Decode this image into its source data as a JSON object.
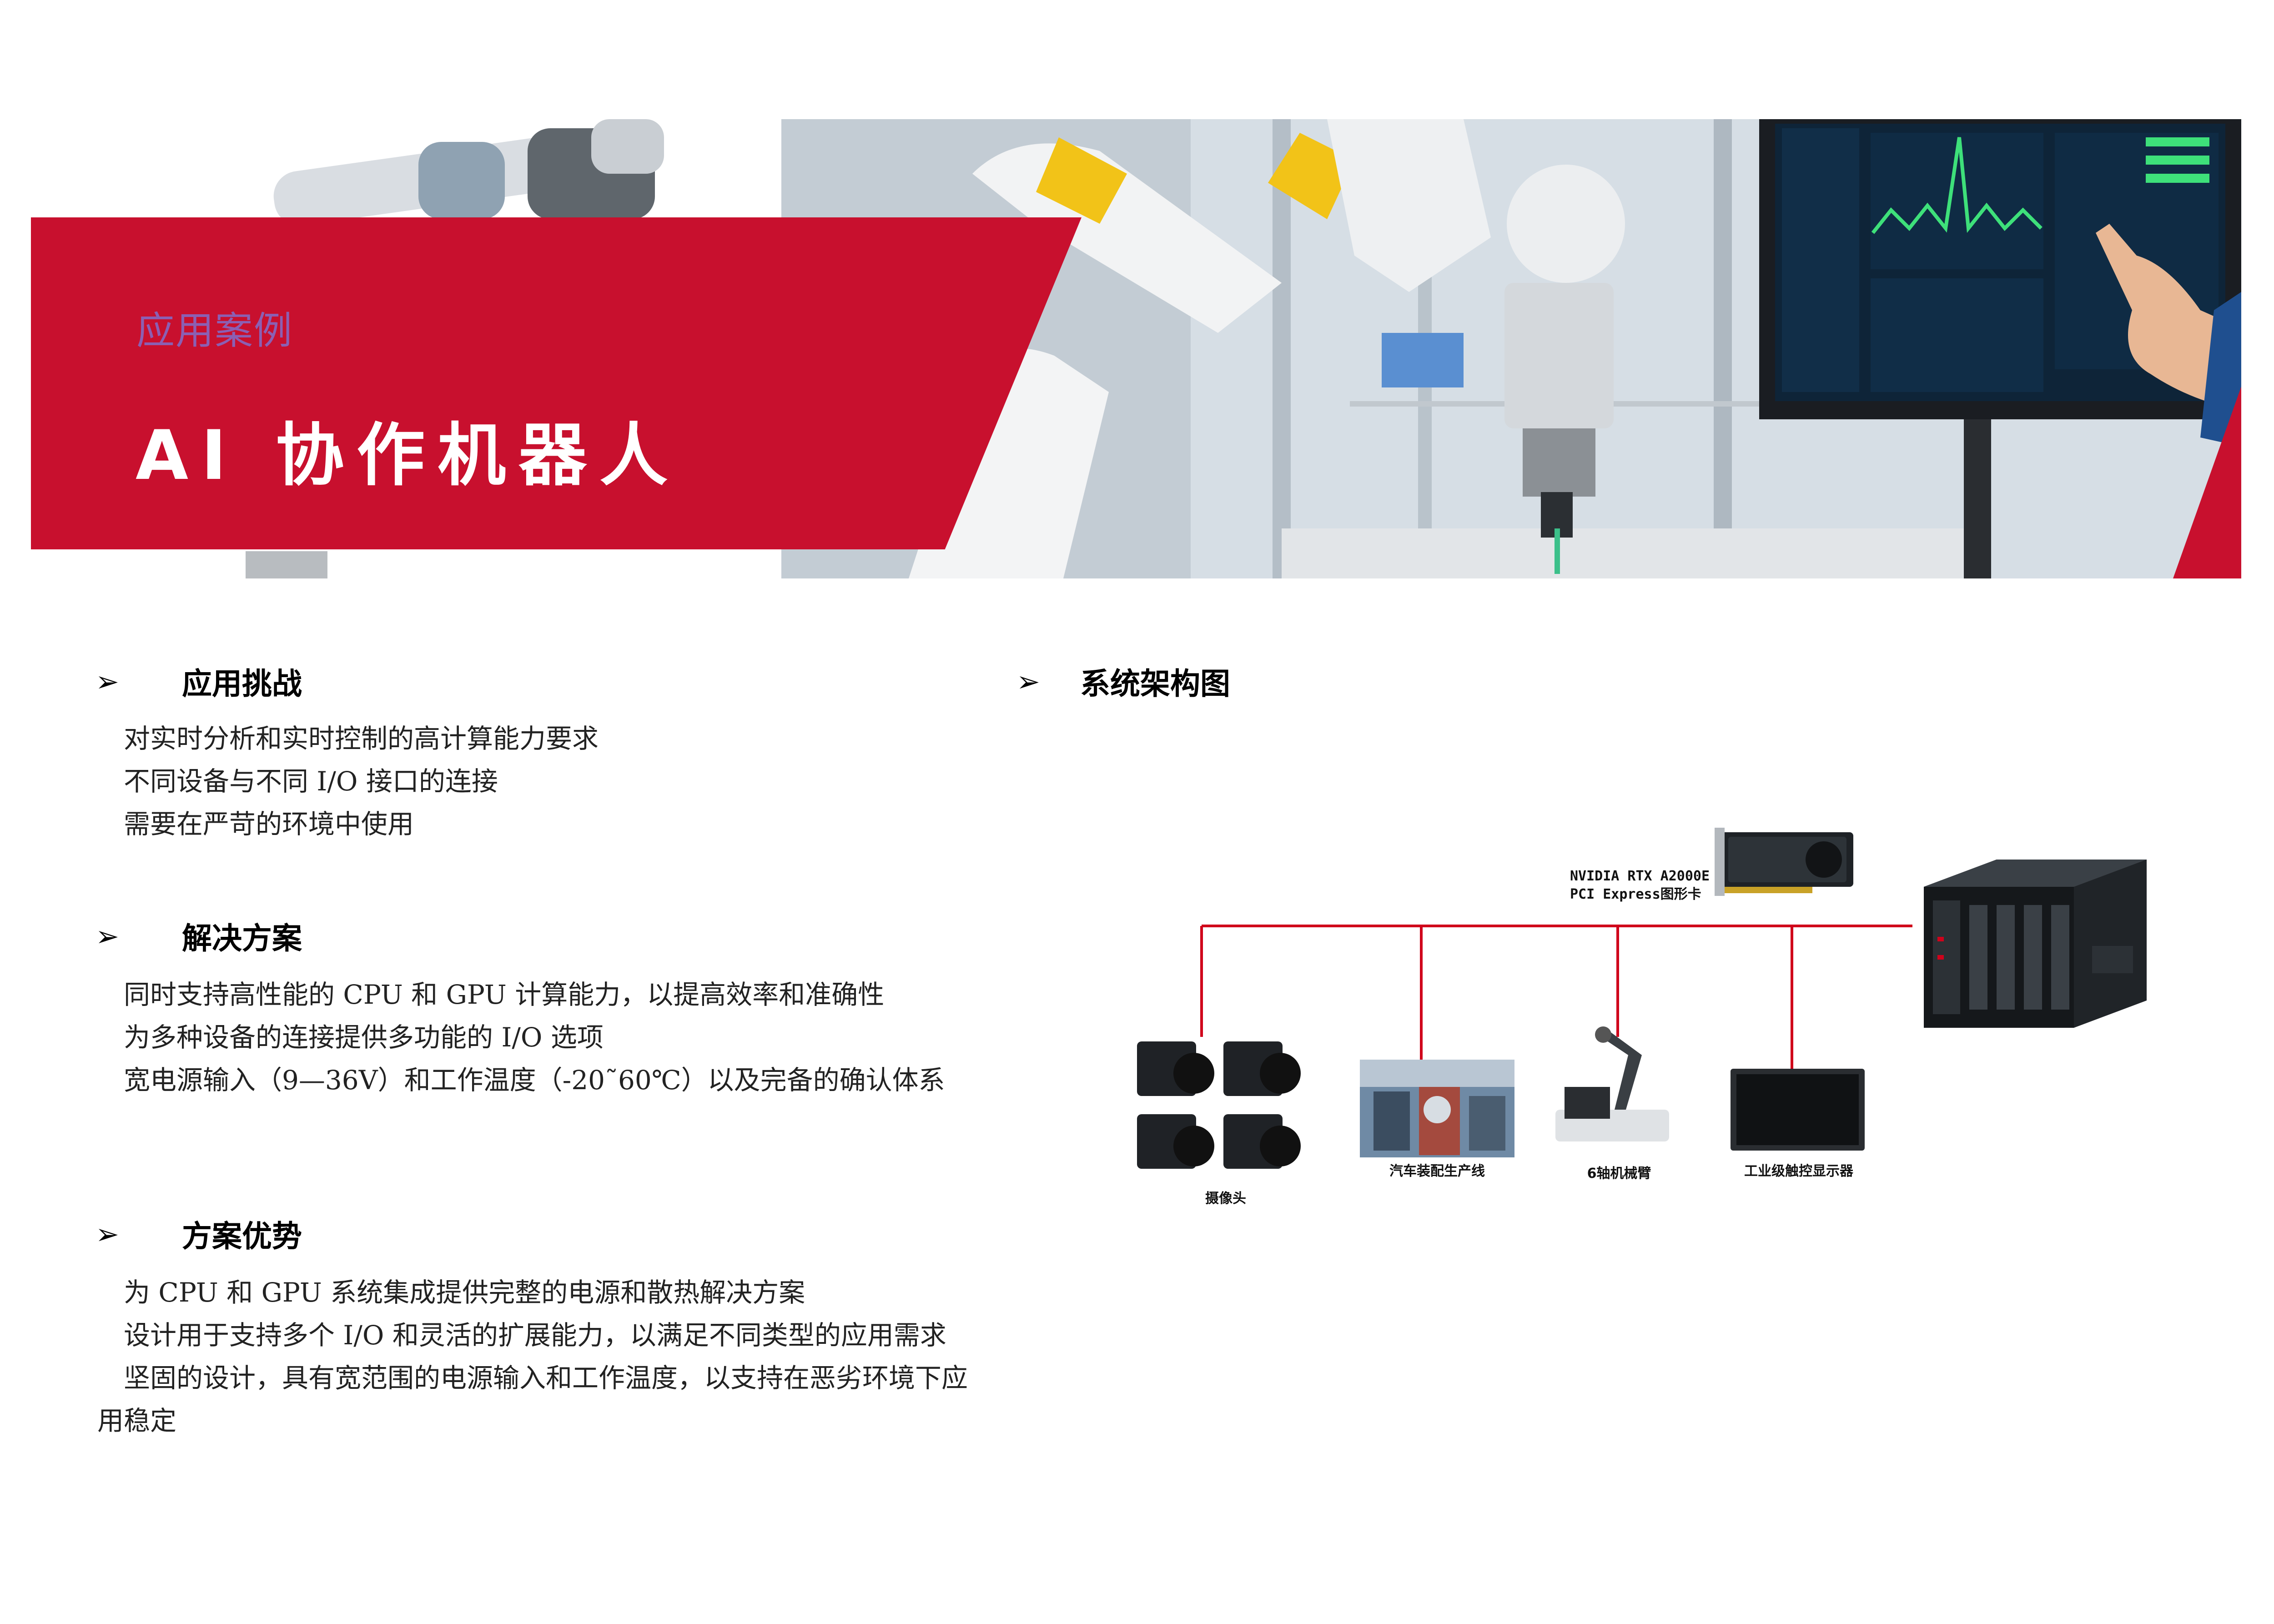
{
  "banner": {
    "subtitle": "应用案例",
    "title": "AI 协作机器人",
    "colors": {
      "brand_red": "#c8102e",
      "subtitle_purple": "#8b5fb3"
    }
  },
  "sections": {
    "challenge": {
      "bullet_icon": "arrowhead-bullet-icon",
      "title": "应用挑战",
      "lines": [
        "对实时分析和实时控制的高计算能力要求",
        "不同设备与不同 I/O 接口的连接",
        "需要在严苛的环境中使用"
      ]
    },
    "solution": {
      "bullet_icon": "arrowhead-bullet-icon",
      "title": "解决方案",
      "lines": [
        "同时支持高性能的 CPU 和 GPU 计算能力，以提高效率和准确性",
        "为多种设备的连接提供多功能的 I/O 选项",
        "宽电源输入（9—36V）和工作温度（-20˜60℃）以及完备的确认体系"
      ]
    },
    "advantage": {
      "bullet_icon": "arrowhead-bullet-icon",
      "title": "方案优势",
      "lines": [
        "为 CPU 和 GPU 系统集成提供完整的电源和散热解决方案",
        "设计用于支持多个 I/O 和灵活的扩展能力，以满足不同类型的应用需求",
        "坚固的设计，具有宽范围的电源输入和工作温度，以支持在恶劣环境下应",
        "用稳定"
      ]
    },
    "architecture": {
      "bullet_icon": "arrowhead-bullet-icon",
      "title": "系统架构图"
    }
  },
  "diagram": {
    "gpu_label_line1": "NVIDIA RTX A2000E",
    "gpu_label_line2": "PCI Express图形卡",
    "devices": {
      "camera": "摄像头",
      "assembly_line": "汽车装配生产线",
      "robot_arm": "6轴机械臂",
      "display": "工业级触控显示器"
    },
    "line_color": "#d0021b"
  }
}
